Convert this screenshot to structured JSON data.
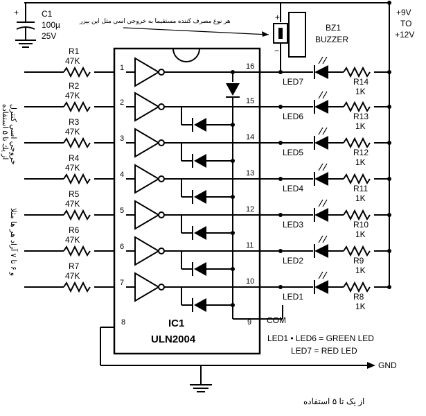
{
  "capacitor": {
    "ref": "C1",
    "value": "100µ",
    "voltage": "25V"
  },
  "buzzer": {
    "ref": "BZ1",
    "name": "BUZZER",
    "note": "هر نوع مصرف كننده مستقيما به خروجي اسي مثل اين بيزر",
    "plus": "+",
    "minus": "−"
  },
  "supply": {
    "line1": "+9V",
    "line2": "TO",
    "line3": "+12V"
  },
  "ic": {
    "ref": "IC1",
    "part": "ULN2004",
    "pin_gnd": "8",
    "pin_com": "9",
    "com_label": "COM"
  },
  "channels": [
    {
      "r": "R1",
      "rv": "47K",
      "in_pin": "1",
      "out_pin": "16"
    },
    {
      "r": "R2",
      "rv": "47K",
      "in_pin": "2",
      "out_pin": "15"
    },
    {
      "r": "R3",
      "rv": "47K",
      "in_pin": "3",
      "out_pin": "14"
    },
    {
      "r": "R4",
      "rv": "47K",
      "in_pin": "4",
      "out_pin": "13"
    },
    {
      "r": "R5",
      "rv": "47K",
      "in_pin": "5",
      "out_pin": "12"
    },
    {
      "r": "R6",
      "rv": "47K",
      "in_pin": "6",
      "out_pin": "11"
    },
    {
      "r": "R7",
      "rv": "47K",
      "in_pin": "7",
      "out_pin": "10"
    }
  ],
  "leds": [
    {
      "led": "LED7",
      "r": "R14",
      "rv": "1K"
    },
    {
      "led": "LED6",
      "r": "R13",
      "rv": "1K"
    },
    {
      "led": "LED5",
      "r": "R12",
      "rv": "1K"
    },
    {
      "led": "LED4",
      "r": "R11",
      "rv": "1K"
    },
    {
      "led": "LED3",
      "r": "R10",
      "rv": "1K"
    },
    {
      "led": "LED2",
      "r": "R9",
      "rv": "1K"
    },
    {
      "led": "LED1",
      "r": "R8",
      "rv": "1K"
    }
  ],
  "legend": {
    "line1": "LED1 • LED6 = GREEN LED",
    "line2": "LED7 = RED LED"
  },
  "gnd": "GND",
  "side_notes": {
    "left1": "خروجي اسي كنترل",
    "left2": "از يك تا ۵ استفاده",
    "right1": "و ۶ تا ۷ آزاد هر ها مثلا"
  },
  "bottom_note": "از يک تا ۵ استفاده"
}
